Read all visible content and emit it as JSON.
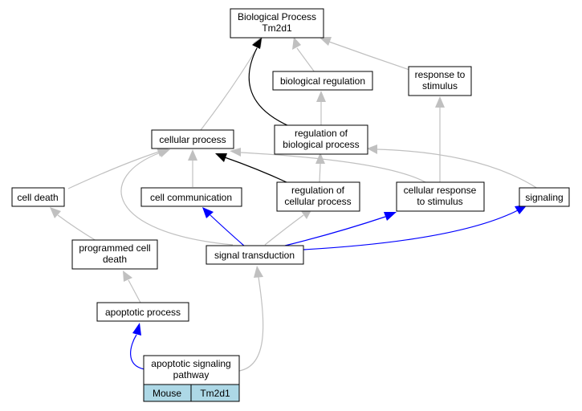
{
  "nodes": {
    "root": {
      "lines": [
        "Biological Process",
        "Tm2d1"
      ]
    },
    "biological_regulation": {
      "lines": [
        "biological regulation"
      ]
    },
    "response_to_stimulus": {
      "lines": [
        "response to",
        "stimulus"
      ]
    },
    "cellular_process": {
      "lines": [
        "cellular process"
      ]
    },
    "regulation_of_biological_process": {
      "lines": [
        "regulation of",
        "biological process"
      ]
    },
    "cell_death": {
      "lines": [
        "cell death"
      ]
    },
    "cell_communication": {
      "lines": [
        "cell communication"
      ]
    },
    "regulation_of_cellular_process": {
      "lines": [
        "regulation of",
        "cellular process"
      ]
    },
    "cellular_response_to_stimulus": {
      "lines": [
        "cellular response",
        "to stimulus"
      ]
    },
    "signaling": {
      "lines": [
        "signaling"
      ]
    },
    "programmed_cell_death": {
      "lines": [
        "programmed cell",
        "death"
      ]
    },
    "signal_transduction": {
      "lines": [
        "signal transduction"
      ]
    },
    "apoptotic_process": {
      "lines": [
        "apoptotic process"
      ]
    },
    "apoptotic_signaling_pathway": {
      "lines": [
        "apoptotic signaling",
        "pathway"
      ]
    }
  },
  "gene_table": {
    "organism": "Mouse",
    "gene": "Tm2d1"
  },
  "edge_colors": {
    "is_a": "#c0c0c0",
    "regulates": "#000000",
    "part_of": "#0000ff"
  },
  "table_color": "#add8e6"
}
